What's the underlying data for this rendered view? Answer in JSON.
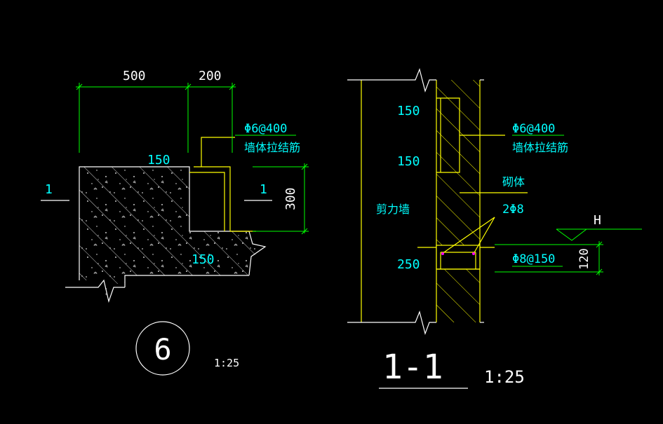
{
  "colors": {
    "background": "#000000",
    "white": "#FFFFFF",
    "yellow": "#FFFF00",
    "green": "#00FF00",
    "cyan": "#00FFFF",
    "magenta": "#FF00FF"
  },
  "left_detail": {
    "dim_top_500": "500",
    "dim_top_200": "200",
    "rebar_spec": "Φ6@400",
    "rebar_desc": "墙体拉结筋",
    "dim_150_top": "150",
    "dim_150_bottom": "150",
    "dim_300": "300",
    "section_mark_left": "1",
    "section_mark_right": "1",
    "detail_number": "6",
    "scale": "1:25"
  },
  "right_section": {
    "dim_150_a": "150",
    "dim_150_b": "150",
    "dim_250": "250",
    "rebar_spec": "Φ6@400",
    "rebar_desc": "墙体拉结筋",
    "masonry_label": "砌体",
    "rebar_2phi8": "2Φ8",
    "shear_wall_label": "剪力墙",
    "level_mark": "H",
    "stirrup_spec": "Φ8@150",
    "dim_120": "120",
    "section_title": "1-1",
    "scale": "1:25"
  }
}
